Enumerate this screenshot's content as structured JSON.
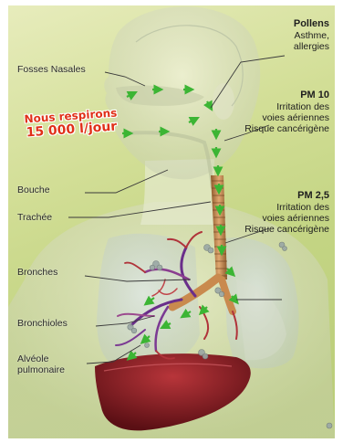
{
  "labels": {
    "fosses_nasales": "Fosses Nasales",
    "bouche": "Bouche",
    "trachee": "Trachée",
    "bronches": "Bronches",
    "bronchioles": "Bronchioles",
    "alveole_line1": "Alvéole",
    "alveole_line2": "pulmonaire"
  },
  "breathing_banner": {
    "line1": "Nous respirons",
    "line2": "15 000 l/jour",
    "color": "#e03018"
  },
  "particles": [
    {
      "title": "Pollens",
      "lines": [
        "Asthme,",
        "allergies"
      ]
    },
    {
      "title": "PM 10",
      "lines": [
        "Irritation des",
        "voies aériennes",
        "Risque cancérigène"
      ]
    },
    {
      "title": "PM 2,5",
      "lines": [
        "Irritation des",
        "voies aériennes",
        "Risque cancérigène"
      ]
    }
  ],
  "colors": {
    "background": "#cfdc94",
    "arrow": "#3cb534",
    "trachea": "#c98a4e",
    "bronchi": "#6a2e8a",
    "liver": "#8e1f1f"
  }
}
